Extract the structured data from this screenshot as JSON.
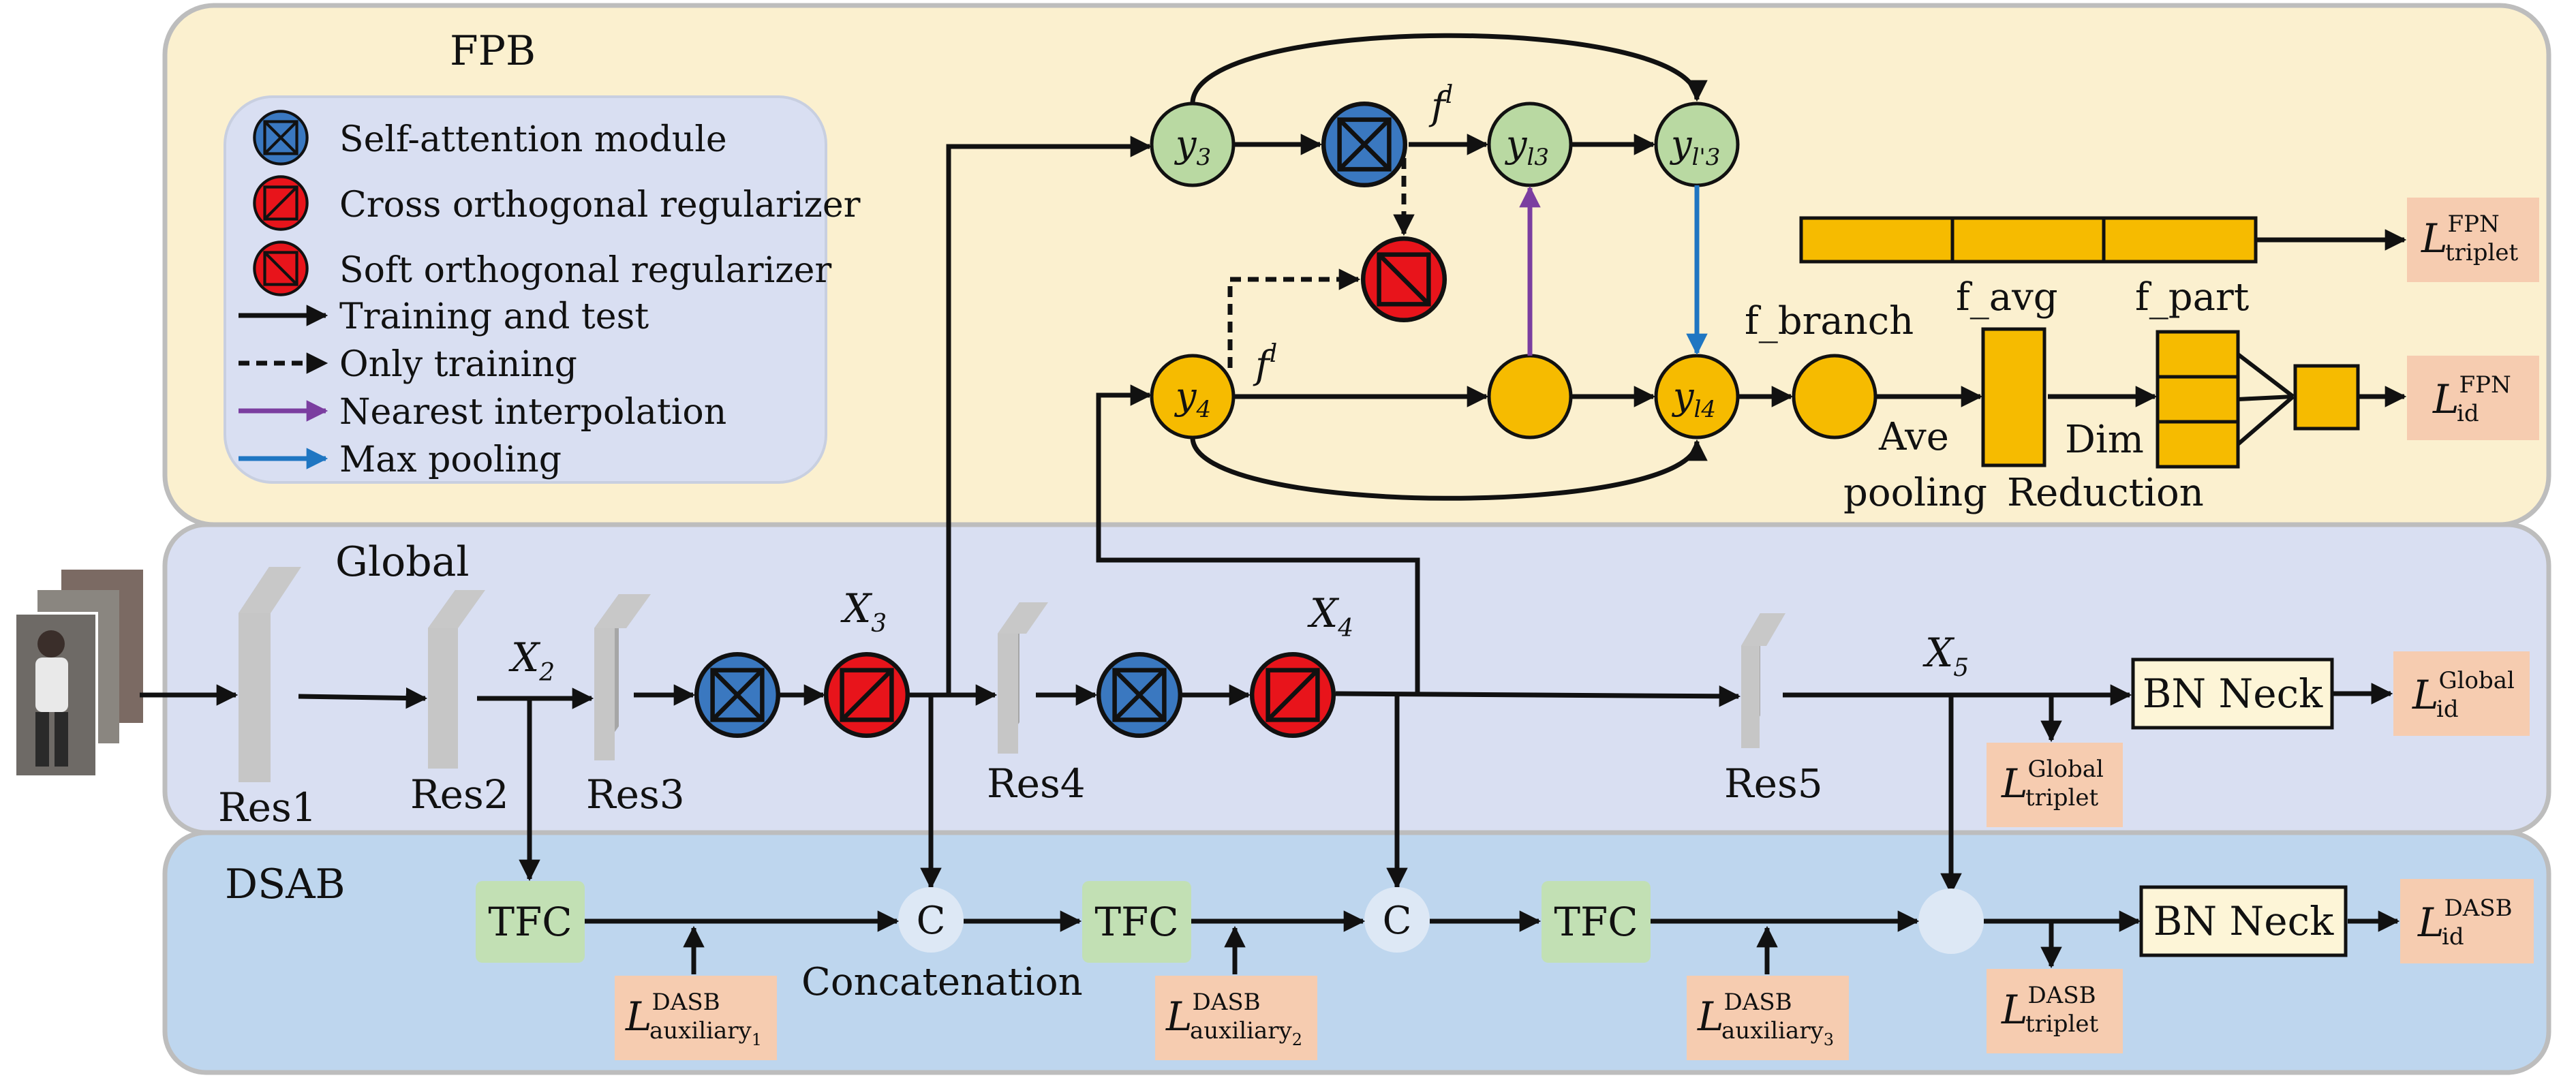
{
  "colors": {
    "fpb_panel": "#fbf0cf",
    "global_panel": "#d9dff2",
    "dsab_panel": "#bed6ee",
    "legend_bg": "#d9dff2",
    "self_attention": "#3a78c0",
    "orthogonal": "#e8141b",
    "feature_green": "#b9d9a2",
    "feature_yellow": "#f6bb00",
    "loss_box": "#f6ccb0",
    "tfc_box": "#c2e0b4",
    "bn_box": "#fdf5d7",
    "interp_arrow": "#7b3ea0",
    "pool_arrow": "#1f76c2",
    "concat_circle": "#dde8f5"
  },
  "sections": {
    "fpb": "FPB",
    "global": "Global",
    "dsab": "DSAB"
  },
  "legend": [
    {
      "icon": "self-attention-icon",
      "label": "Self-attention module"
    },
    {
      "icon": "cross-orthogonal-icon",
      "label": "Cross orthogonal regularizer"
    },
    {
      "icon": "soft-orthogonal-icon",
      "label": "Soft orthogonal regularizer"
    },
    {
      "icon": "solid-arrow-icon",
      "label": "Training and test"
    },
    {
      "icon": "dashed-arrow-icon",
      "label": "Only training"
    },
    {
      "icon": "purple-arrow-icon",
      "label": "Nearest interpolation"
    },
    {
      "icon": "blue-arrow-icon",
      "label": "Max pooling"
    }
  ],
  "backbone": {
    "res1": "Res1",
    "res2": "Res2",
    "res3": "Res3",
    "res4": "Res4",
    "res5": "Res5",
    "x2": "X",
    "x2_sub": "2",
    "x3": "X",
    "x3_sub": "3",
    "x4": "X",
    "x4_sub": "4",
    "x5": "X",
    "x5_sub": "5"
  },
  "fpb": {
    "y3": "y",
    "y3_sub": "3",
    "yl3": "y",
    "yl3_sub": "l3",
    "yl3p": "y",
    "yl3p_sub": "l'3",
    "y4": "y",
    "y4_sub": "4",
    "yl4": "y",
    "yl4_sub": "l4",
    "fl_top": "f",
    "fl_top_sup": "l",
    "fl_bottom": "f",
    "fl_bottom_sup": "l",
    "f_branch": "f_branch",
    "f_avg": "f_avg",
    "f_part": "f_part",
    "ave": "Ave",
    "pooling": "pooling",
    "dim": "Dim",
    "reduction": "Reduction"
  },
  "losses": {
    "fpn_triplet": {
      "main": "L",
      "sup": "FPN",
      "sub": "triplet"
    },
    "fpn_id": {
      "main": "L",
      "sup": "FPN",
      "sub": "id"
    },
    "global_id": {
      "main": "L",
      "sup": "Global",
      "sub": "id"
    },
    "global_triplet": {
      "main": "L",
      "sup": "Global",
      "sub": "triplet"
    },
    "dsab_id": {
      "main": "L",
      "sup": "DASB",
      "sub": "id"
    },
    "dsab_triplet": {
      "main": "L",
      "sup": "DASB",
      "sub": "triplet"
    },
    "aux1": {
      "main": "L",
      "sup": "DASB",
      "sub": "auxiliary",
      "subsub": "1"
    },
    "aux2": {
      "main": "L",
      "sup": "DASB",
      "sub": "auxiliary",
      "subsub": "2"
    },
    "aux3": {
      "main": "L",
      "sup": "DASB",
      "sub": "auxiliary",
      "subsub": "3"
    }
  },
  "blocks": {
    "bn_neck_global": "BN Neck",
    "bn_neck_dsab": "BN Neck",
    "tfc1": "TFC",
    "tfc2": "TFC",
    "tfc3": "TFC",
    "concat1": "C",
    "concat2": "C",
    "concatenation": "Concatenation"
  }
}
